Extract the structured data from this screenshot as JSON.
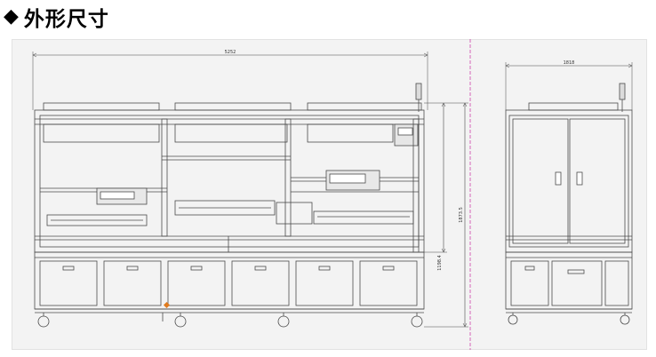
{
  "heading": {
    "marker": "◆",
    "title": "外形尺寸"
  },
  "dimensions": {
    "front_width": "5252",
    "front_height_total": "1873.5",
    "front_height_lower": "1198.4",
    "side_width": "1818"
  },
  "icons": {
    "marker": "diamond-icon",
    "reference_point": "orange-diamond-marker"
  },
  "colors": {
    "background": "#ffffff",
    "drawing_background": "#f3f3f3",
    "line": "#4a4a4a",
    "section_line": "#cc44aa",
    "marker": "#e07b1f"
  }
}
